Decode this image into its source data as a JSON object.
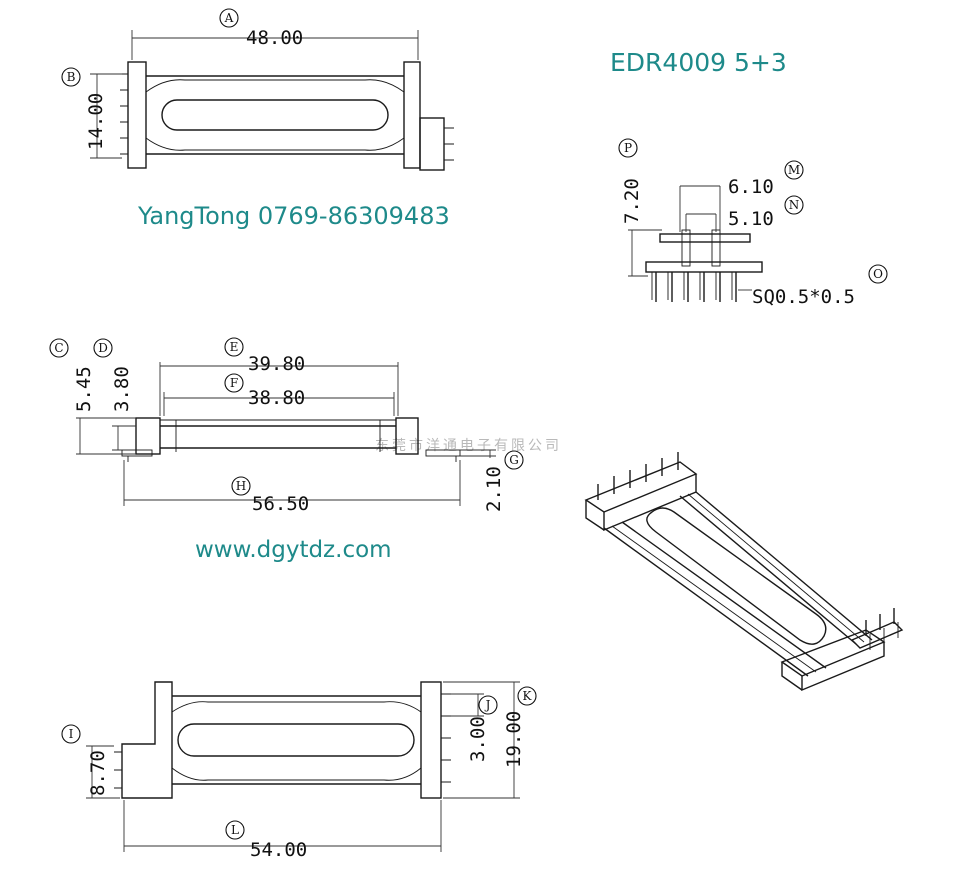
{
  "header": {
    "model": "EDR4009  5+3",
    "phone": "YangTong 0769-86309483",
    "website": "www.dgytdz.com",
    "watermark": "东莞市洋通电子有限公司"
  },
  "dimensions": {
    "A": "48.00",
    "B": "14.00",
    "C": "5.45",
    "D": "3.80",
    "E": "39.80",
    "F": "38.80",
    "G": "2.10",
    "H": "56.50",
    "I": "8.70",
    "J": "3.00",
    "K": "19.00",
    "L": "54.00",
    "M": "6.10",
    "N": "5.10",
    "O": "SQ0.5*0.5",
    "P": "7.20"
  },
  "callouts": [
    "A",
    "B",
    "C",
    "D",
    "E",
    "F",
    "G",
    "H",
    "I",
    "J",
    "K",
    "L",
    "M",
    "N",
    "O",
    "P"
  ],
  "colors": {
    "accent": "#1e8a8a",
    "line": "#1a1a1a",
    "watermark": "#b9b9b9"
  }
}
